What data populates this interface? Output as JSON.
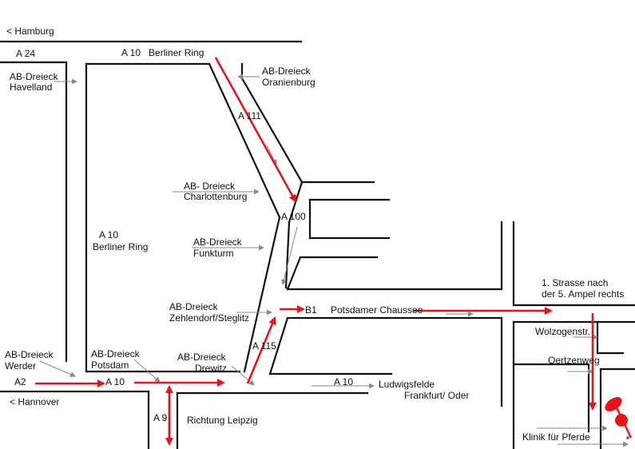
{
  "colors": {
    "road": "#111111",
    "route": "#e8141c",
    "pointer": "#8a8a8a",
    "background": "#ffffff"
  },
  "labels": {
    "hamburg": "< Hamburg",
    "a24": "A 24",
    "a10_berliner_ring_top": "A 10   Berliner Ring",
    "dreieck_havelland_1": "AB-Dreieck",
    "dreieck_havelland_2": "Havelland",
    "dreieck_oranienburg_1": "AB-Dreieck",
    "dreieck_oranienburg_2": "Oranienburg",
    "a111": "A 111",
    "dreieck_charlottenburg_1": "AB- Dreieck",
    "dreieck_charlottenburg_2": "Charlottenburg",
    "a100": "A 100",
    "a10_left": "A 10",
    "berliner_ring_left": "Berliner Ring",
    "dreieck_funkturm_1": "AB-Dreieck",
    "dreieck_funkturm_2": "Funkturm",
    "dreieck_zehlendorf_1": "AB-Dreieck",
    "dreieck_zehlendorf_2": "Zehlendorf/Steglitz",
    "b1": "B1",
    "potsdamer_chaussee": "Potsdamer Chaussee",
    "instruction_1": "1. Strasse nach",
    "instruction_2": "der 5. Ampel rechts",
    "wolzogenstr": "Wolzogenstr.",
    "oertzenweg": "Oertzenweg",
    "dreieck_werder_1": "AB-Dreieck",
    "dreieck_werder_2": "Werder",
    "dreieck_potsdam_1": "AB-Dreieck",
    "dreieck_potsdam_2": "Potsdam",
    "dreieck_drewitz_1": "AB-Dreieck",
    "dreieck_drewitz_2": "Drewitz",
    "a115": "A 115",
    "a2": "A2",
    "a10_bottom": "A 10",
    "a10_ludwigsfelde": "A 10",
    "ludwigsfelde": "Ludwigsfelde",
    "frankfurt_oder": "Frankfurt/ Oder",
    "hannover": "< Hannover",
    "a9": "A 9",
    "richtung_leipzig": "Richtung Leipzig",
    "klinik": "Klinik für Pferde"
  },
  "icons": {
    "destination": "map-pin-icon"
  }
}
